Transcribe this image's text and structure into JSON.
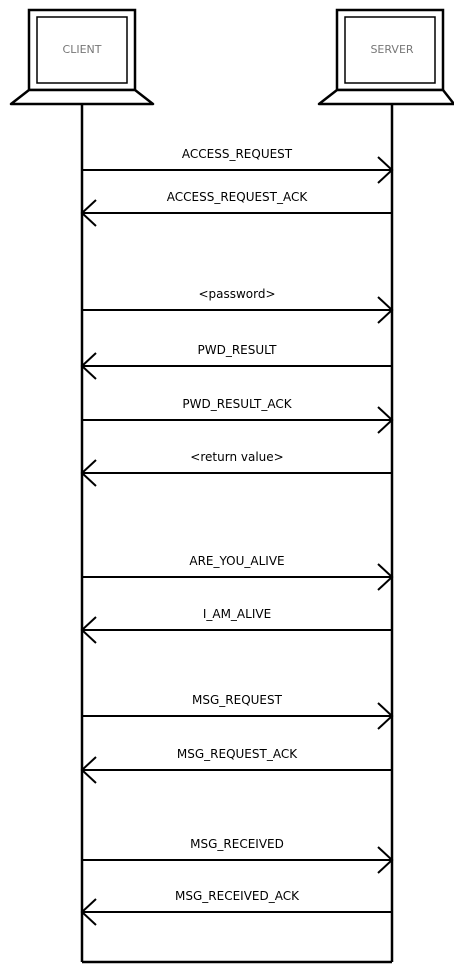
{
  "participants": {
    "client": "CLIENT",
    "server": "SERVER"
  },
  "messages": [
    {
      "label": "ACCESS_REQUEST",
      "direction": "to-server"
    },
    {
      "label": "ACCESS_REQUEST_ACK",
      "direction": "to-client"
    },
    {
      "label": "<password>",
      "direction": "to-server"
    },
    {
      "label": "PWD_RESULT",
      "direction": "to-client"
    },
    {
      "label": "PWD_RESULT_ACK",
      "direction": "to-server"
    },
    {
      "label": "<return value>",
      "direction": "to-client"
    },
    {
      "label": "ARE_YOU_ALIVE",
      "direction": "to-server"
    },
    {
      "label": "I_AM_ALIVE",
      "direction": "to-client"
    },
    {
      "label": "MSG_REQUEST",
      "direction": "to-server"
    },
    {
      "label": "MSG_REQUEST_ACK",
      "direction": "to-client"
    },
    {
      "label": "MSG_RECEIVED",
      "direction": "to-server"
    },
    {
      "label": "MSG_RECEIVED_ACK",
      "direction": "to-client"
    }
  ]
}
